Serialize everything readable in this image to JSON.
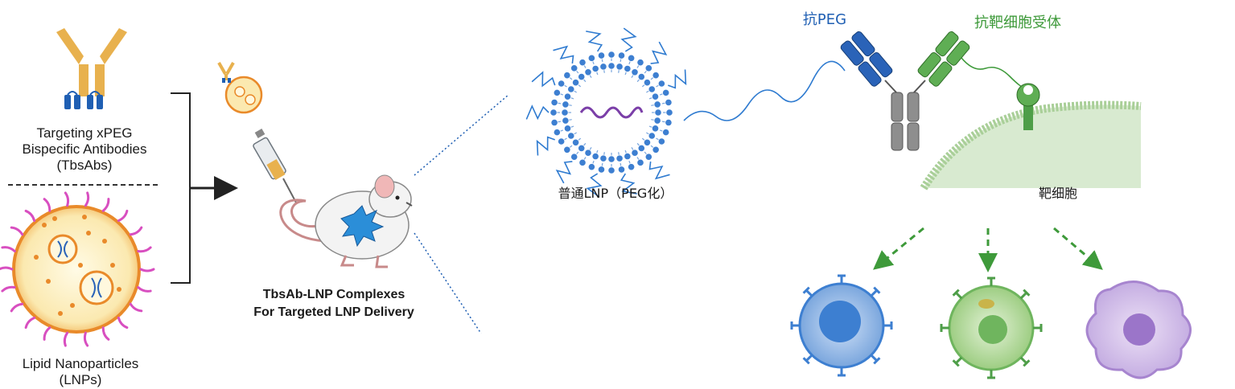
{
  "left": {
    "tbsab_label": [
      "Targeting xPEG",
      "Bispecific Antibodies",
      "(TbsAbs)"
    ],
    "lnp_label": [
      "Lipid Nanoparticles",
      "(LNPs)"
    ]
  },
  "middle": {
    "complex_label": [
      "TbsAb-LNP Complexes",
      "For Targeted LNP Delivery"
    ]
  },
  "right": {
    "lnp_label": "普通LNP（PEG化）",
    "anti_peg_label": "抗PEG",
    "anti_receptor_label": "抗靶细胞受体",
    "target_cell_label": "靶细胞"
  },
  "colors": {
    "antibody_gold": "#e8b14e",
    "antibody_blue": "#1f5fb3",
    "antibody_green": "#4e9e48",
    "peg_pink": "#d84fc0",
    "lipid_orange": "#e98a2a",
    "lnp_blue": "#3d7fd1",
    "cell_green": "#d8ead0",
    "mrna_purple": "#7b3fa8"
  }
}
